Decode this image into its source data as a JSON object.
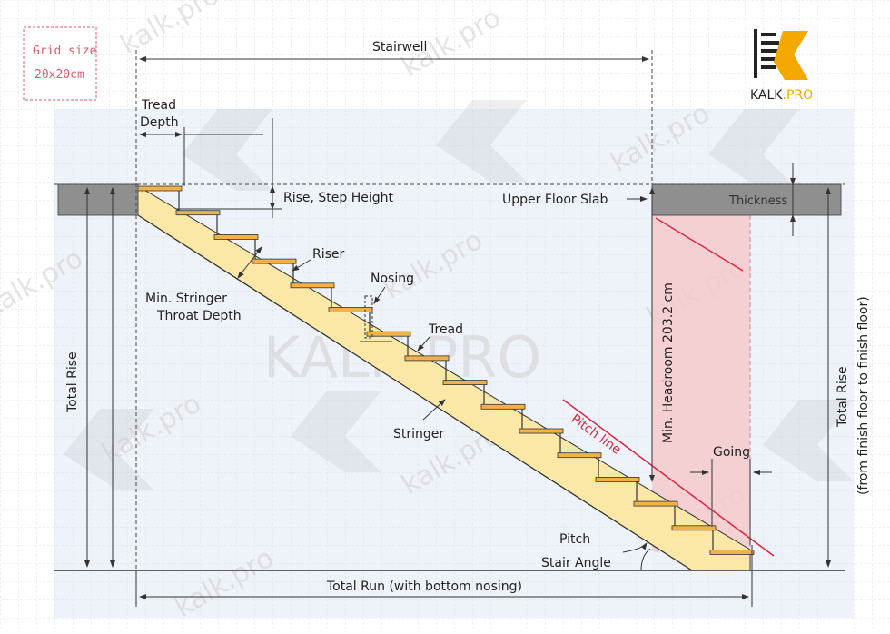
{
  "colors": {
    "grid": "#d6dbe4",
    "background_panel": "#eef3f9",
    "slab": "#8f8f8f",
    "stringer": "#fbe8a6",
    "tread": "#f2b04a",
    "headroom": "#f6c9cc",
    "pitch_line": "#e0243a",
    "grid_label": "#e05a6a",
    "brand_accent": "#f5a800"
  },
  "grid_note": {
    "line1": "Grid size",
    "line2": "20x20cm"
  },
  "logo": {
    "brand_prefix": "KALK",
    "brand_suffix": ".PRO",
    "icon": "kalk-logo-icon"
  },
  "watermarks": {
    "big": "KALK.PRO",
    "small": "kalk.pro"
  },
  "labels": {
    "stairwell": "Stairwell",
    "tread_depth_1": "Tread",
    "tread_depth_2": "Depth",
    "rise_step_height": "Rise, Step Height",
    "upper_floor_slab": "Upper Floor Slab",
    "thickness": "Thickness",
    "riser": "Riser",
    "nosing": "Nosing",
    "min_stringer_1": "Min. Stringer",
    "min_stringer_2": "Throat Depth",
    "tread": "Tread",
    "stringer": "Stringer",
    "pitch_line": "Pitch line",
    "min_headroom": "Min. Headroom 203.2 cm",
    "going": "Going",
    "pitch": "Pitch",
    "stair_angle": "Stair Angle",
    "total_rise_left": "Total Rise",
    "total_rise_right_1": "Total Rise",
    "total_rise_right_2": "(from finish floor to finish floor)",
    "total_run": "Total Run (with bottom nosing)"
  }
}
